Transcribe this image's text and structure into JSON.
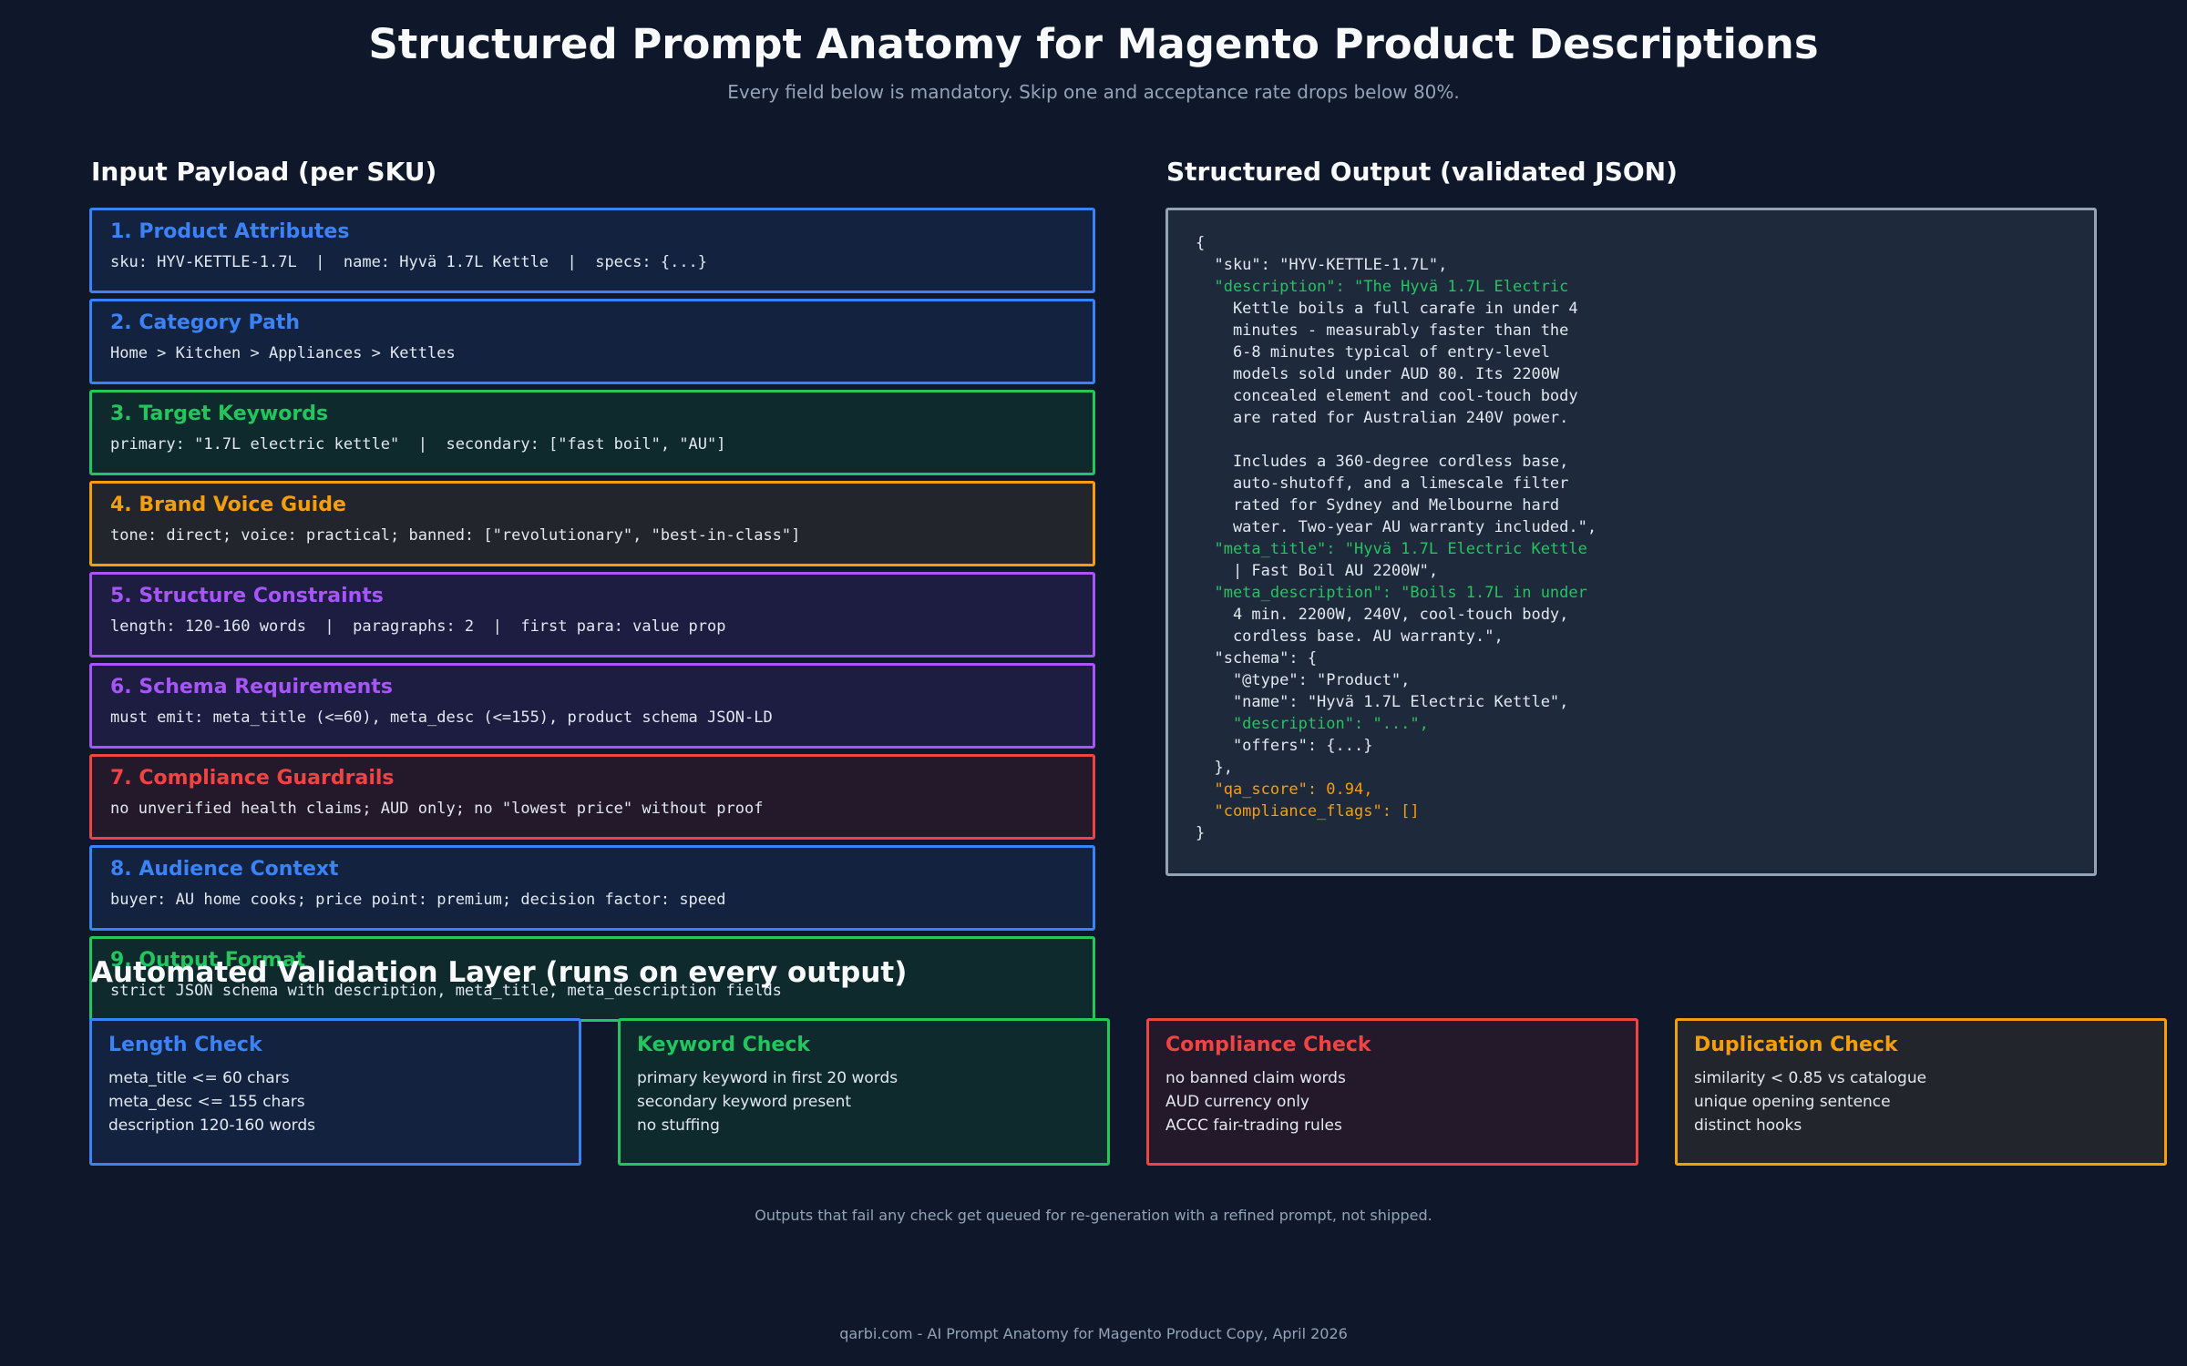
{
  "title": "Structured Prompt Anatomy for Magento Product Descriptions",
  "subtitle": "Every field below is mandatory. Skip one and acceptance rate drops below 80%.",
  "input": {
    "heading": "Input Payload (per SKU)",
    "fields": [
      {
        "title": "1. Product Attributes",
        "body": "sku: HYV-KETTLE-1.7L  |  name: Hyvä 1.7L Kettle  |  specs: {...}",
        "color": "#3b82f6",
        "bg": "#13233f"
      },
      {
        "title": "2. Category Path",
        "body": "Home > Kitchen > Appliances > Kettles",
        "color": "#3b82f6",
        "bg": "#13233f"
      },
      {
        "title": "3. Target Keywords",
        "body": "primary: \"1.7L electric kettle\"  |  secondary: [\"fast boil\", \"AU\"]",
        "color": "#22c55e",
        "bg": "#0f2a2c"
      },
      {
        "title": "4. Brand Voice Guide",
        "body": "tone: direct; voice: practical; banned: [\"revolutionary\", \"best-in-class\"]",
        "color": "#f59e0b",
        "bg": "#22252c"
      },
      {
        "title": "5. Structure Constraints",
        "body": "length: 120-160 words  |  paragraphs: 2  |  first para: value prop",
        "color": "#a855f7",
        "bg": "#1c1d40"
      },
      {
        "title": "6. Schema Requirements",
        "body": "must emit: meta_title (<=60), meta_desc (<=155), product schema JSON-LD",
        "color": "#a855f7",
        "bg": "#1c1d40"
      },
      {
        "title": "7. Compliance Guardrails",
        "body": "no unverified health claims; AUD only; no \"lowest price\" without proof",
        "color": "#ef4444",
        "bg": "#24192b"
      },
      {
        "title": "8. Audience Context",
        "body": "buyer: AU home cooks; price point: premium; decision factor: speed",
        "color": "#3b82f6",
        "bg": "#13233f"
      },
      {
        "title": "9. Output Format",
        "body": "strict JSON schema with description, meta_title, meta_description fields",
        "color": "#22c55e",
        "bg": "#0f2a2c"
      }
    ]
  },
  "output": {
    "heading": "Structured Output (validated JSON)",
    "lines": [
      {
        "text": "{",
        "color": "#e2e8f0"
      },
      {
        "text": "  \"sku\": \"HYV-KETTLE-1.7L\",",
        "color": "#e2e8f0"
      },
      {
        "text": "  \"description\": \"The Hyvä 1.7L Electric",
        "color": "#22c55e"
      },
      {
        "text": "    Kettle boils a full carafe in under 4",
        "color": "#e2e8f0"
      },
      {
        "text": "    minutes - measurably faster than the",
        "color": "#e2e8f0"
      },
      {
        "text": "    6-8 minutes typical of entry-level",
        "color": "#e2e8f0"
      },
      {
        "text": "    models sold under AUD 80. Its 2200W",
        "color": "#e2e8f0"
      },
      {
        "text": "    concealed element and cool-touch body",
        "color": "#e2e8f0"
      },
      {
        "text": "    are rated for Australian 240V power.",
        "color": "#e2e8f0"
      },
      {
        "text": "",
        "color": "#e2e8f0"
      },
      {
        "text": "    Includes a 360-degree cordless base,",
        "color": "#e2e8f0"
      },
      {
        "text": "    auto-shutoff, and a limescale filter",
        "color": "#e2e8f0"
      },
      {
        "text": "    rated for Sydney and Melbourne hard",
        "color": "#e2e8f0"
      },
      {
        "text": "    water. Two-year AU warranty included.\",",
        "color": "#e2e8f0"
      },
      {
        "text": "  \"meta_title\": \"Hyvä 1.7L Electric Kettle",
        "color": "#22c55e"
      },
      {
        "text": "    | Fast Boil AU 2200W\",",
        "color": "#e2e8f0"
      },
      {
        "text": "  \"meta_description\": \"Boils 1.7L in under",
        "color": "#22c55e"
      },
      {
        "text": "    4 min. 2200W, 240V, cool-touch body,",
        "color": "#e2e8f0"
      },
      {
        "text": "    cordless base. AU warranty.\",",
        "color": "#e2e8f0"
      },
      {
        "text": "  \"schema\": {",
        "color": "#e2e8f0"
      },
      {
        "text": "    \"@type\": \"Product\",",
        "color": "#e2e8f0"
      },
      {
        "text": "    \"name\": \"Hyvä 1.7L Electric Kettle\",",
        "color": "#e2e8f0"
      },
      {
        "text": "    \"description\": \"...\",",
        "color": "#22c55e"
      },
      {
        "text": "    \"offers\": {...}",
        "color": "#e2e8f0"
      },
      {
        "text": "  },",
        "color": "#e2e8f0"
      },
      {
        "text": "  \"qa_score\": 0.94,",
        "color": "#f59e0b"
      },
      {
        "text": "  \"compliance_flags\": []",
        "color": "#f59e0b"
      },
      {
        "text": "}",
        "color": "#e2e8f0"
      }
    ]
  },
  "validation": {
    "heading": "Automated Validation Layer (runs on every output)",
    "checks": [
      {
        "title": "Length Check",
        "items": [
          "meta_title <= 60 chars",
          "meta_desc <= 155 chars",
          "description 120-160 words"
        ],
        "color": "#3b82f6",
        "bg": "#13233f"
      },
      {
        "title": "Keyword Check",
        "items": [
          "primary keyword in first 20 words",
          "secondary keyword present",
          "no stuffing"
        ],
        "color": "#22c55e",
        "bg": "#0f2a2c"
      },
      {
        "title": "Compliance Check",
        "items": [
          "no banned claim words",
          "AUD currency only",
          "ACCC fair-trading rules"
        ],
        "color": "#ef4444",
        "bg": "#24192b"
      },
      {
        "title": "Duplication Check",
        "items": [
          "similarity < 0.85 vs catalogue",
          "unique opening sentence",
          "distinct hooks"
        ],
        "color": "#f59e0b",
        "bg": "#22252c"
      }
    ],
    "note": "Outputs that fail any check get queued for re-generation with a refined prompt, not shipped."
  },
  "footer": "qarbi.com - AI Prompt Anatomy for Magento Product Copy, April 2026"
}
